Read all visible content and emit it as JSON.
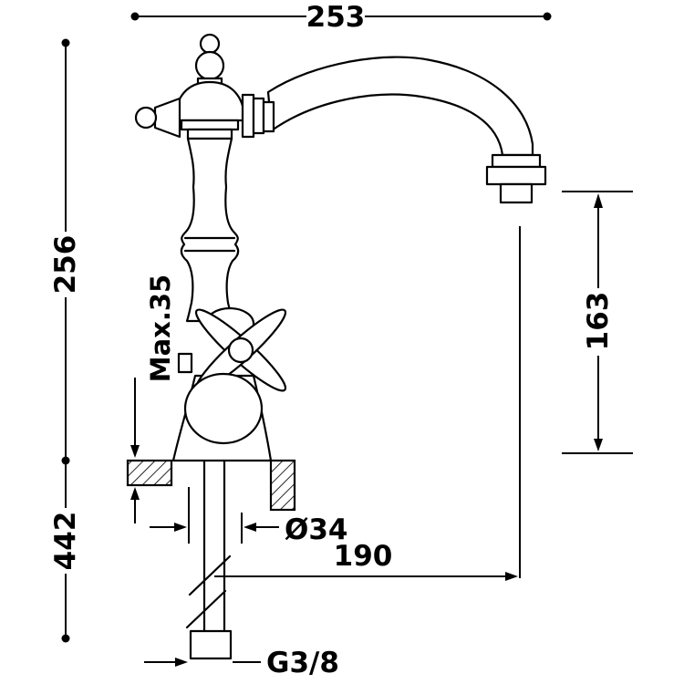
{
  "drawing": {
    "subject": "deck-mounted classic basin tap with cross handle, side elevation technical drawing",
    "units": "mm",
    "line_color": "#000000",
    "background_color": "#ffffff",
    "dims": {
      "depth": {
        "label": "253",
        "orientation": "horizontal",
        "meaning": "overall depth"
      },
      "upper_height": {
        "label": "256",
        "orientation": "vertical",
        "meaning": "height above deck"
      },
      "lower_height": {
        "label": "442",
        "orientation": "vertical",
        "meaning": "height below deck"
      },
      "deck_max": {
        "label": "Max.35",
        "orientation": "vertical",
        "meaning": "maximum deck thickness"
      },
      "spout_height": {
        "label": "163",
        "orientation": "vertical",
        "meaning": "spout outlet clearance"
      },
      "hole": {
        "label": "Ø34",
        "orientation": "horizontal",
        "meaning": "mounting hole diameter"
      },
      "reach": {
        "label": "190",
        "orientation": "horizontal",
        "meaning": "spout reach"
      },
      "thread": {
        "label": "G3/8",
        "orientation": "horizontal",
        "meaning": "inlet connection thread"
      }
    }
  }
}
